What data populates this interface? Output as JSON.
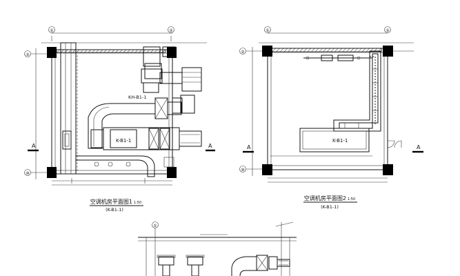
{
  "plans": {
    "plan1": {
      "title": "空调机房平面图1",
      "scale": "1:50",
      "equipment": "(K-B1-1)",
      "unit_tag_upper": "KH-B1-1",
      "unit_tag_lower": "K-B1-1",
      "section_mark_left": "A",
      "section_mark_right": "A",
      "axis_top_left": "①",
      "axis_top_right": "②",
      "axis_left_top": "②",
      "axis_left_bottom": "⑩"
    },
    "plan2": {
      "title": "空调机房平面图2",
      "scale": "1:50",
      "equipment": "(K-B1-1)",
      "unit_tag": "K-B1-1",
      "section_mark_left": "A",
      "section_mark_right": "A",
      "axis_top_left": "①",
      "axis_top_right": "②",
      "axis_left_top": "②",
      "axis_left_bottom": "⑩"
    },
    "section": {
      "axis_top": "①"
    }
  }
}
